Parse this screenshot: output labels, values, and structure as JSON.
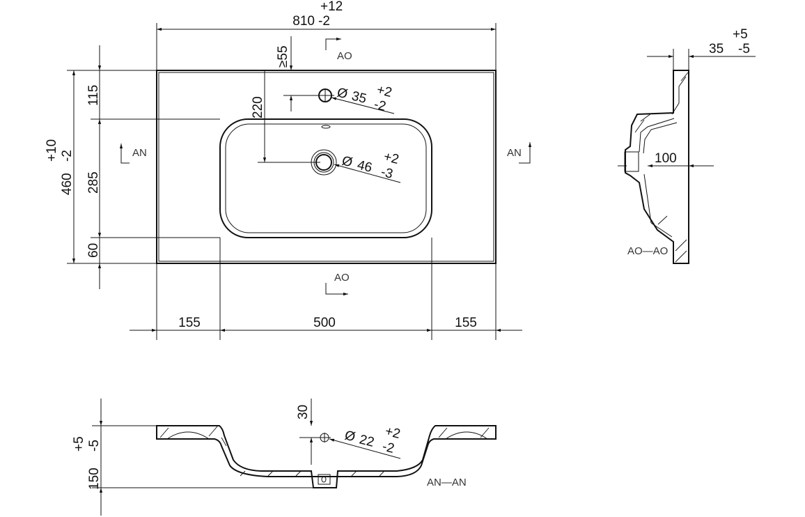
{
  "drawing": {
    "type": "technical-drawing",
    "subject": "washbasin",
    "views": [
      "top-view",
      "side-section-AO-AO",
      "front-section-AN-AN"
    ]
  },
  "top_view": {
    "overall_width": {
      "value": "810",
      "tol_plus": "+12",
      "tol_minus": "-2"
    },
    "overall_depth": {
      "value": "460",
      "tol_plus": "+10",
      "tol_minus": "-2"
    },
    "depth_segments": [
      "115",
      "285",
      "60"
    ],
    "width_segments": [
      "155",
      "500",
      "155"
    ],
    "tap_hole_min_edge": "≥55",
    "tap_to_drain": "220",
    "tap_hole": {
      "symbol": "Ø",
      "value": "35",
      "tol_plus": "+2",
      "tol_minus": "-2"
    },
    "drain_hole": {
      "symbol": "Ø",
      "value": "46",
      "tol_plus": "+2",
      "tol_minus": "-3"
    },
    "section_marks": {
      "ao_top": "AO",
      "ao_bottom": "AO",
      "an_left": "AN",
      "an_right": "AN"
    }
  },
  "side_section": {
    "label": "AO—AO",
    "rim_thickness": {
      "value": "35",
      "tol_plus": "+5",
      "tol_minus": "-5"
    },
    "depth_to_drain": "100"
  },
  "front_section": {
    "label": "AN—AN",
    "height": {
      "value": "150",
      "tol_plus": "+5",
      "tol_minus": "-5"
    },
    "overflow_offset": "30",
    "overflow_hole": {
      "symbol": "Ø",
      "value": "22",
      "tol_plus": "+2",
      "tol_minus": "-2"
    }
  }
}
